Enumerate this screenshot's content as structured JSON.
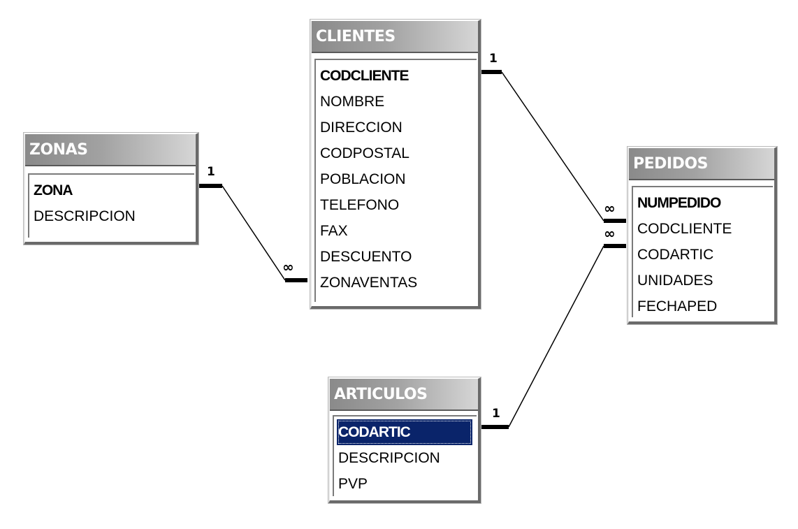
{
  "tables": {
    "zonas": {
      "title": "ZONAS",
      "fields": [
        "ZONA",
        "DESCRIPCION"
      ]
    },
    "clientes": {
      "title": "CLIENTES",
      "fields": [
        "CODCLIENTE",
        "NOMBRE",
        "DIRECCION",
        "CODPOSTAL",
        "POBLACION",
        "TELEFONO",
        "FAX",
        "DESCUENTO",
        "ZONAVENTAS"
      ]
    },
    "pedidos": {
      "title": "PEDIDOS",
      "fields": [
        "NUMPEDIDO",
        "CODCLIENTE",
        "CODARTIC",
        "UNIDADES",
        "FECHAPED"
      ]
    },
    "articulos": {
      "title": "ARTICULOS",
      "fields": [
        "CODARTIC",
        "DESCRIPCION",
        "PVP"
      ]
    }
  },
  "selected_field": "articulos.CODARTIC",
  "relationships": {
    "zonas_clientes": {
      "one": "1",
      "many": "∞"
    },
    "clientes_pedidos": {
      "one": "1",
      "many": "∞"
    },
    "articulos_pedidos": {
      "one": "1",
      "many": "∞"
    }
  }
}
